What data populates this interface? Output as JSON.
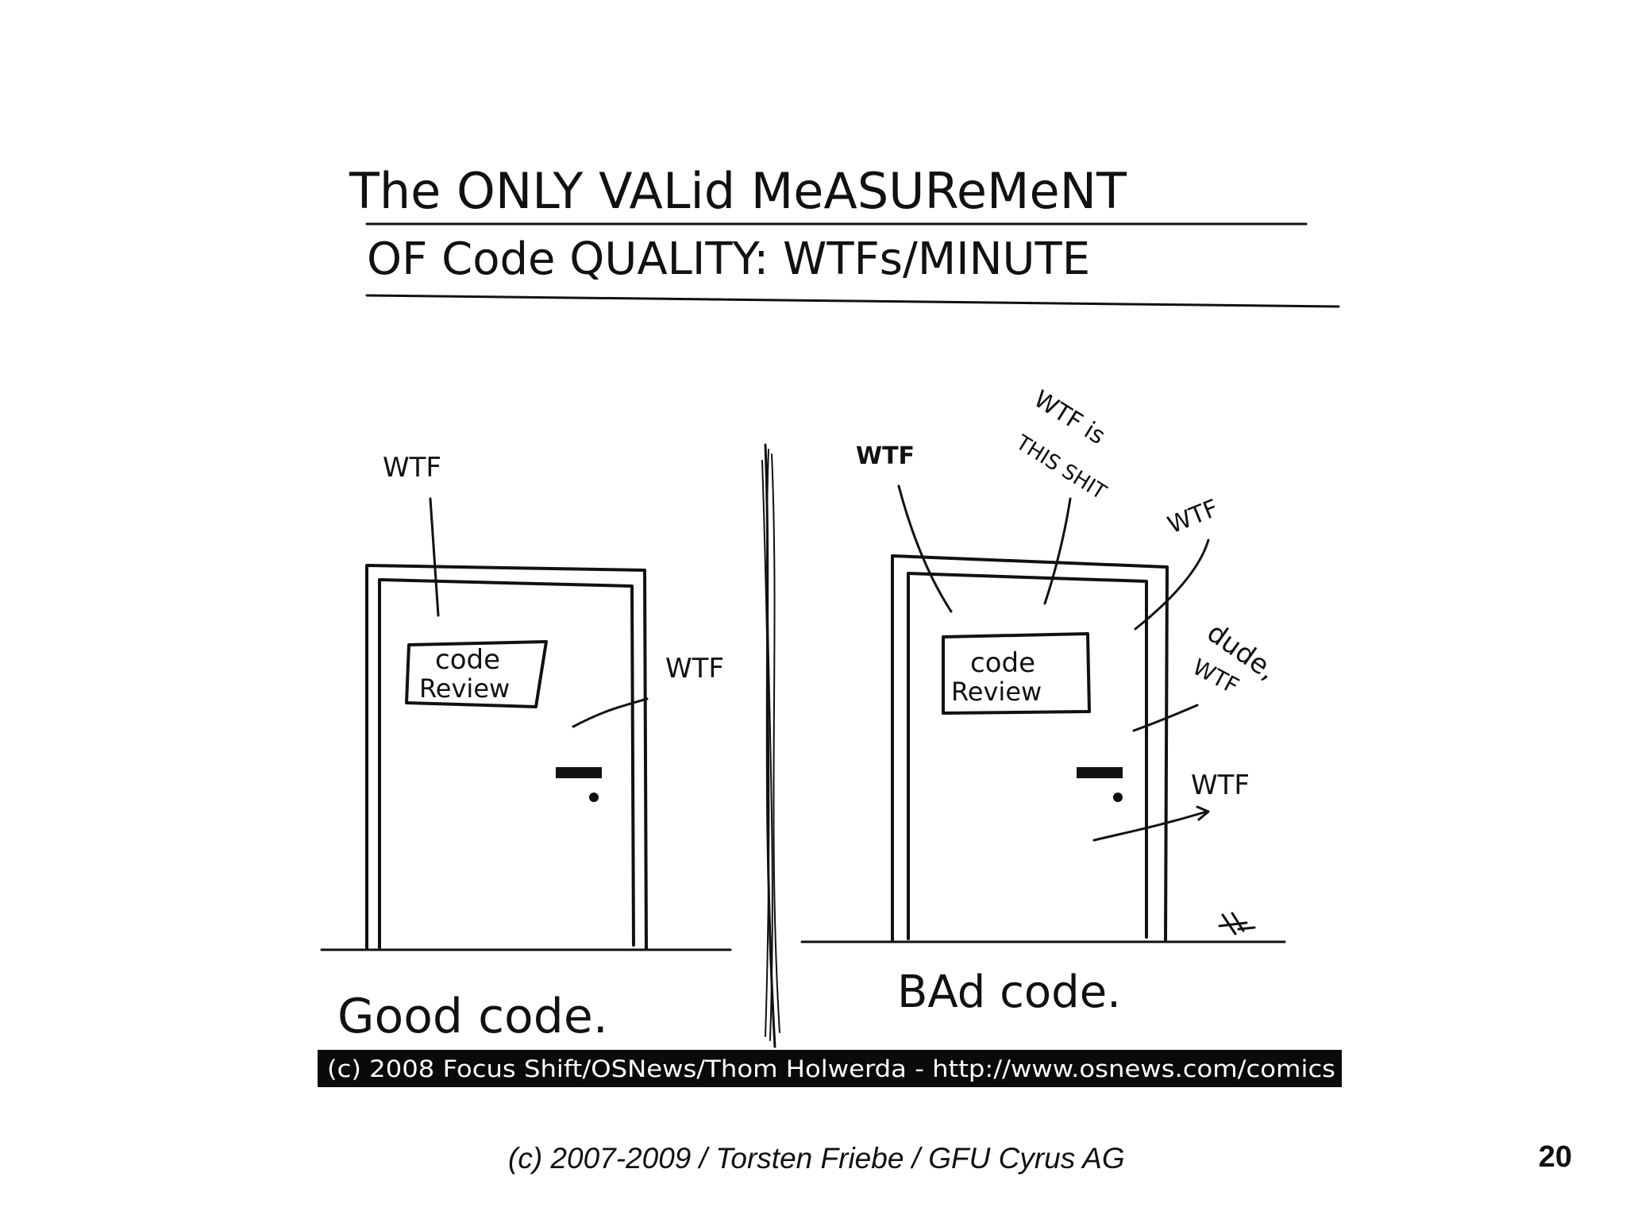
{
  "comic": {
    "title_line1": "The ONLY VALid MeASUReMeNT",
    "title_line2": "OF Code QUALITY: WTFs/MINUTE",
    "left_panel": {
      "sign_line1": "code",
      "sign_line2": "Review",
      "wtf_top": "WTF",
      "wtf_right": "WTF",
      "caption": "Good code."
    },
    "right_panel": {
      "sign_line1": "code",
      "sign_line2": "Review",
      "wtf_left": "WTF",
      "wtf_is": "WTF is",
      "this_shit": "THIS SHIT",
      "wtf_right_top": "WTF",
      "dude": "dude,",
      "dude_wtf": "WTF",
      "wtf_bottom": "WTF",
      "caption": "BAd code."
    },
    "copyright": "(c) 2008 Focus Shift/OSNews/Thom Holwerda - http://www.osnews.com/comics"
  },
  "footer": {
    "text": "(c) 2007-2009 / Torsten Friebe / GFU Cyrus AG",
    "page_number": "20"
  }
}
